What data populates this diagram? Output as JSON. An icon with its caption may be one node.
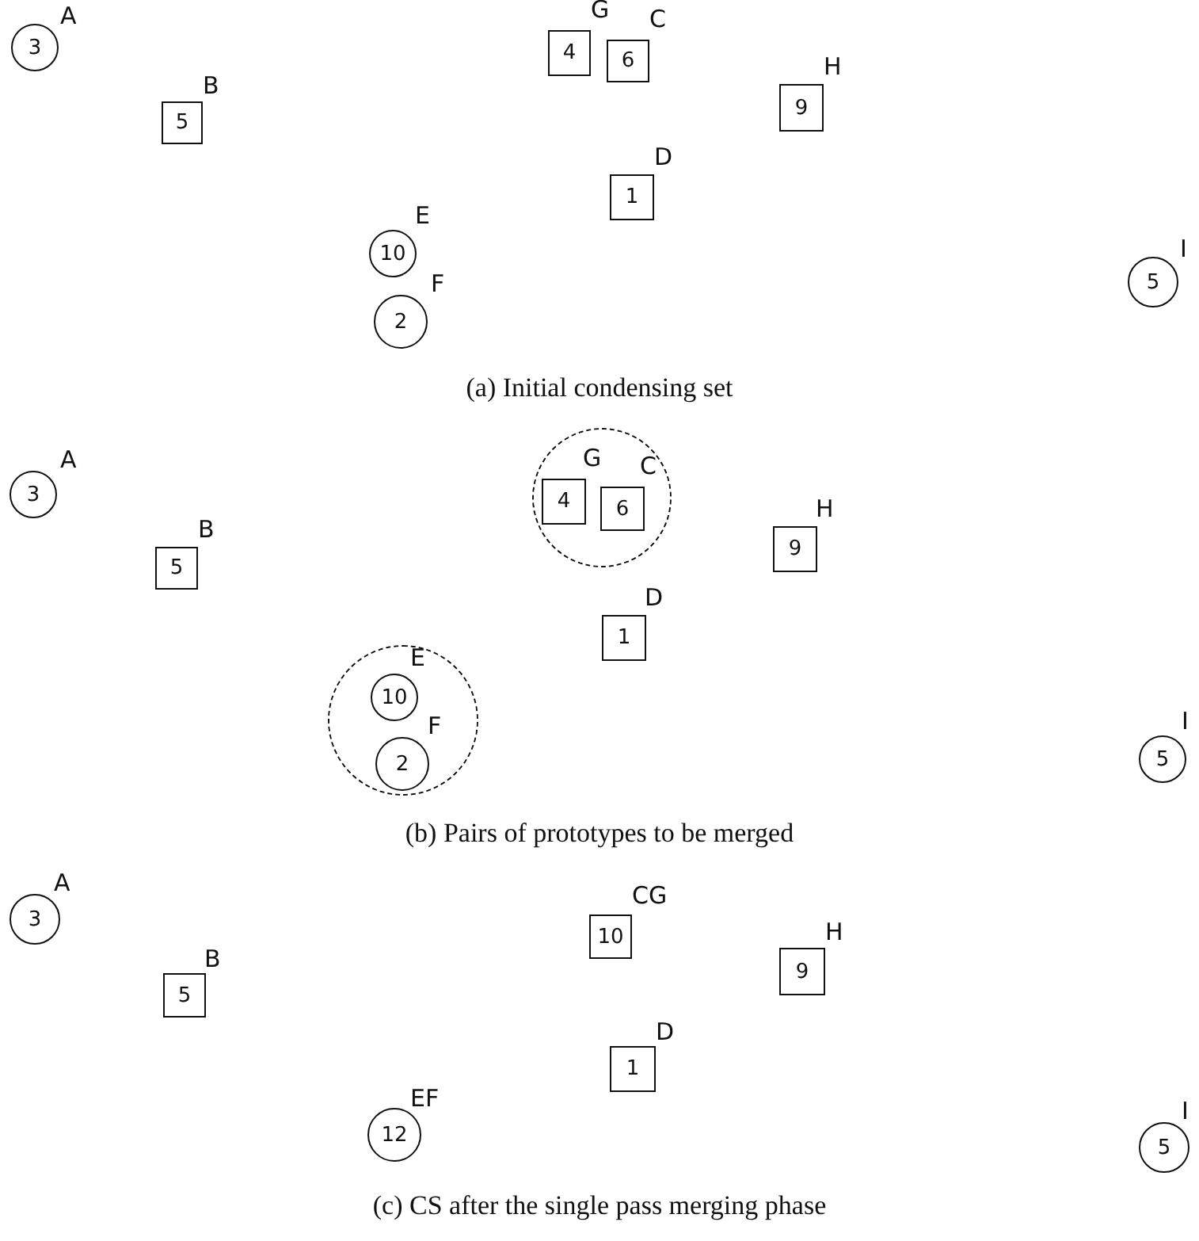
{
  "diagram": {
    "nodes": [
      {
        "text": [
          "3"
        ],
        "beside": [
          "A"
        ]
      },
      {
        "text": [
          "4"
        ],
        "beside": [
          "G"
        ]
      },
      {
        "text": [
          "6"
        ],
        "beside": [
          "C"
        ]
      },
      {
        "text": [
          "5"
        ],
        "beside": [
          "B"
        ]
      },
      {
        "text": [
          "9"
        ],
        "beside": [
          "H"
        ]
      },
      {
        "text": [
          "1"
        ],
        "beside": [
          "D"
        ]
      },
      {
        "text": [
          "10"
        ],
        "beside": [
          "E"
        ]
      },
      {
        "text": [
          "2"
        ],
        "beside": [
          "F"
        ]
      },
      {
        "text": [
          "5"
        ],
        "beside": [
          "I"
        ]
      },
      {
        "text": [
          "3"
        ],
        "beside": [
          "A"
        ]
      },
      {
        "text": [],
        "shape": "circle"
      },
      {
        "text": [
          "4"
        ],
        "beside": [
          "G"
        ],
        "in": 10
      },
      {
        "text": [
          "6"
        ],
        "beside": [
          "C"
        ],
        "in": 10
      },
      {
        "text": [
          "5"
        ],
        "beside": [
          "B"
        ]
      },
      {
        "text": [
          "9"
        ],
        "beside": [
          "H"
        ]
      },
      {
        "text": [
          "1"
        ],
        "beside": [
          "D"
        ]
      },
      {
        "text": [],
        "shape": "circle"
      },
      {
        "text": [
          "10"
        ],
        "beside": [
          "E"
        ],
        "in": 16
      },
      {
        "text": [
          "2"
        ],
        "beside": [
          "F"
        ],
        "in": 16
      },
      {
        "text": [
          "5"
        ],
        "beside": [
          "I"
        ]
      },
      {
        "text": [
          "3"
        ],
        "beside": [
          "A"
        ]
      },
      {
        "text": [
          "10"
        ],
        "beside": [
          "CG"
        ]
      },
      {
        "text": [
          "5"
        ],
        "beside": [
          "B"
        ]
      },
      {
        "text": [
          "9"
        ],
        "beside": [
          "H"
        ]
      },
      {
        "text": [
          "1"
        ],
        "beside": [
          "D"
        ]
      },
      {
        "text": [
          "12"
        ],
        "beside": [
          "EF"
        ]
      },
      {
        "text": [
          "5"
        ],
        "beside": [
          "I"
        ]
      }
    ],
    "labels": [
      "(a) Initial condensing set",
      "(b) Pairs of prototypes to be merged",
      "(c) CS after the single pass merging phase"
    ]
  }
}
